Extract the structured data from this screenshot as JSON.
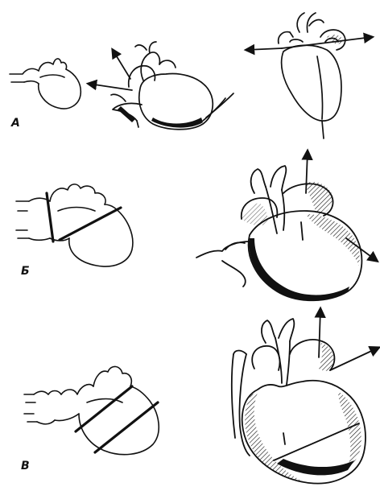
{
  "panels": [
    {
      "label": "А"
    },
    {
      "label": "Б"
    },
    {
      "label": "В"
    }
  ],
  "colors": {
    "ink": "#111111",
    "paper": "#ffffff"
  }
}
